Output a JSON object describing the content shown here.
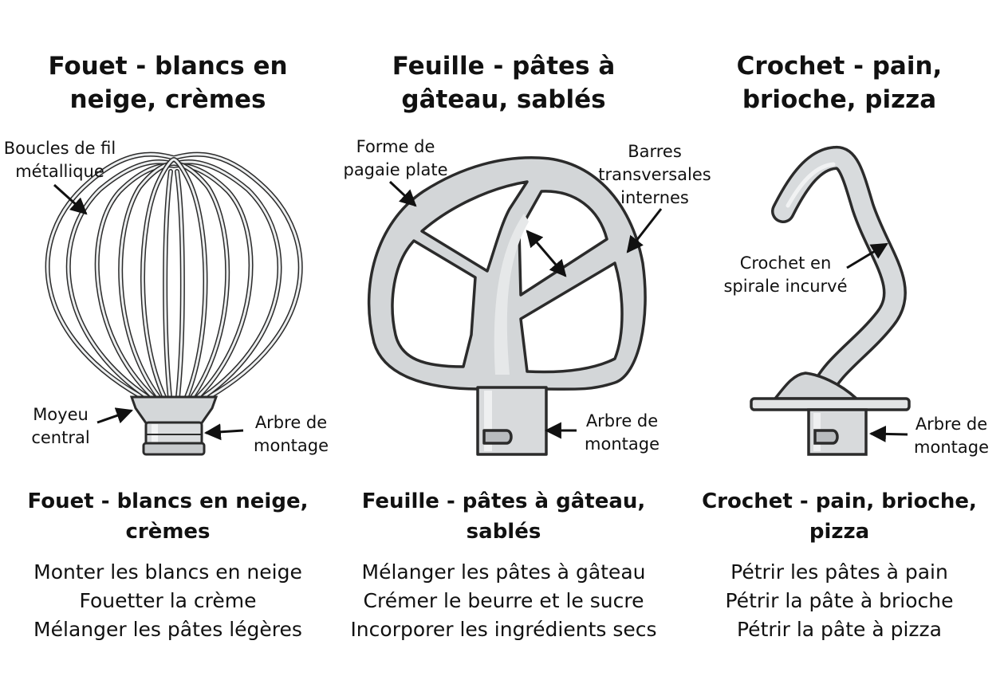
{
  "colors": {
    "background": "#ffffff",
    "ink": "#111111",
    "metal_fill": "#d9dbdd",
    "metal_light": "#eef0f1",
    "metal_shadow": "#b7babd",
    "outline": "#2b2b2b"
  },
  "panels": [
    {
      "id": "whisk",
      "top_title": "Fouet - blancs en\nneige, crèmes",
      "labels": {
        "wires": "Boucles de fil\nmétallique",
        "hub": "Moyeu\ncentral",
        "shaft": "Arbre de\nmontage"
      },
      "bottom_title": "Fouet - blancs en neige,\ncrèmes",
      "uses": [
        "Monter les blancs en neige",
        "Fouetter la crème",
        "Mélanger les pâtes légères"
      ]
    },
    {
      "id": "paddle",
      "top_title": "Feuille - pâtes à\ngâteau, sablés",
      "labels": {
        "shape": "Forme de\npagaie plate",
        "bars": "Barres\ntransversales\ninternes",
        "shaft": "Arbre de\nmontage"
      },
      "bottom_title": "Feuille - pâtes à gâteau,\nsablés",
      "uses": [
        "Mélanger les pâtes à gâteau",
        "Crémer le beurre et le sucre",
        "Incorporer les ingrédients secs"
      ]
    },
    {
      "id": "hook",
      "top_title": "Crochet - pain,\nbrioche, pizza",
      "labels": {
        "spiral": "Crochet en\nspirale incurvé",
        "shaft": "Arbre de\nmontage"
      },
      "bottom_title": "Crochet - pain, brioche,\npizza",
      "uses": [
        "Pétrir les pâtes à pain",
        "Pétrir la pâte à brioche",
        "Pétrir la pâte à pizza"
      ]
    }
  ]
}
